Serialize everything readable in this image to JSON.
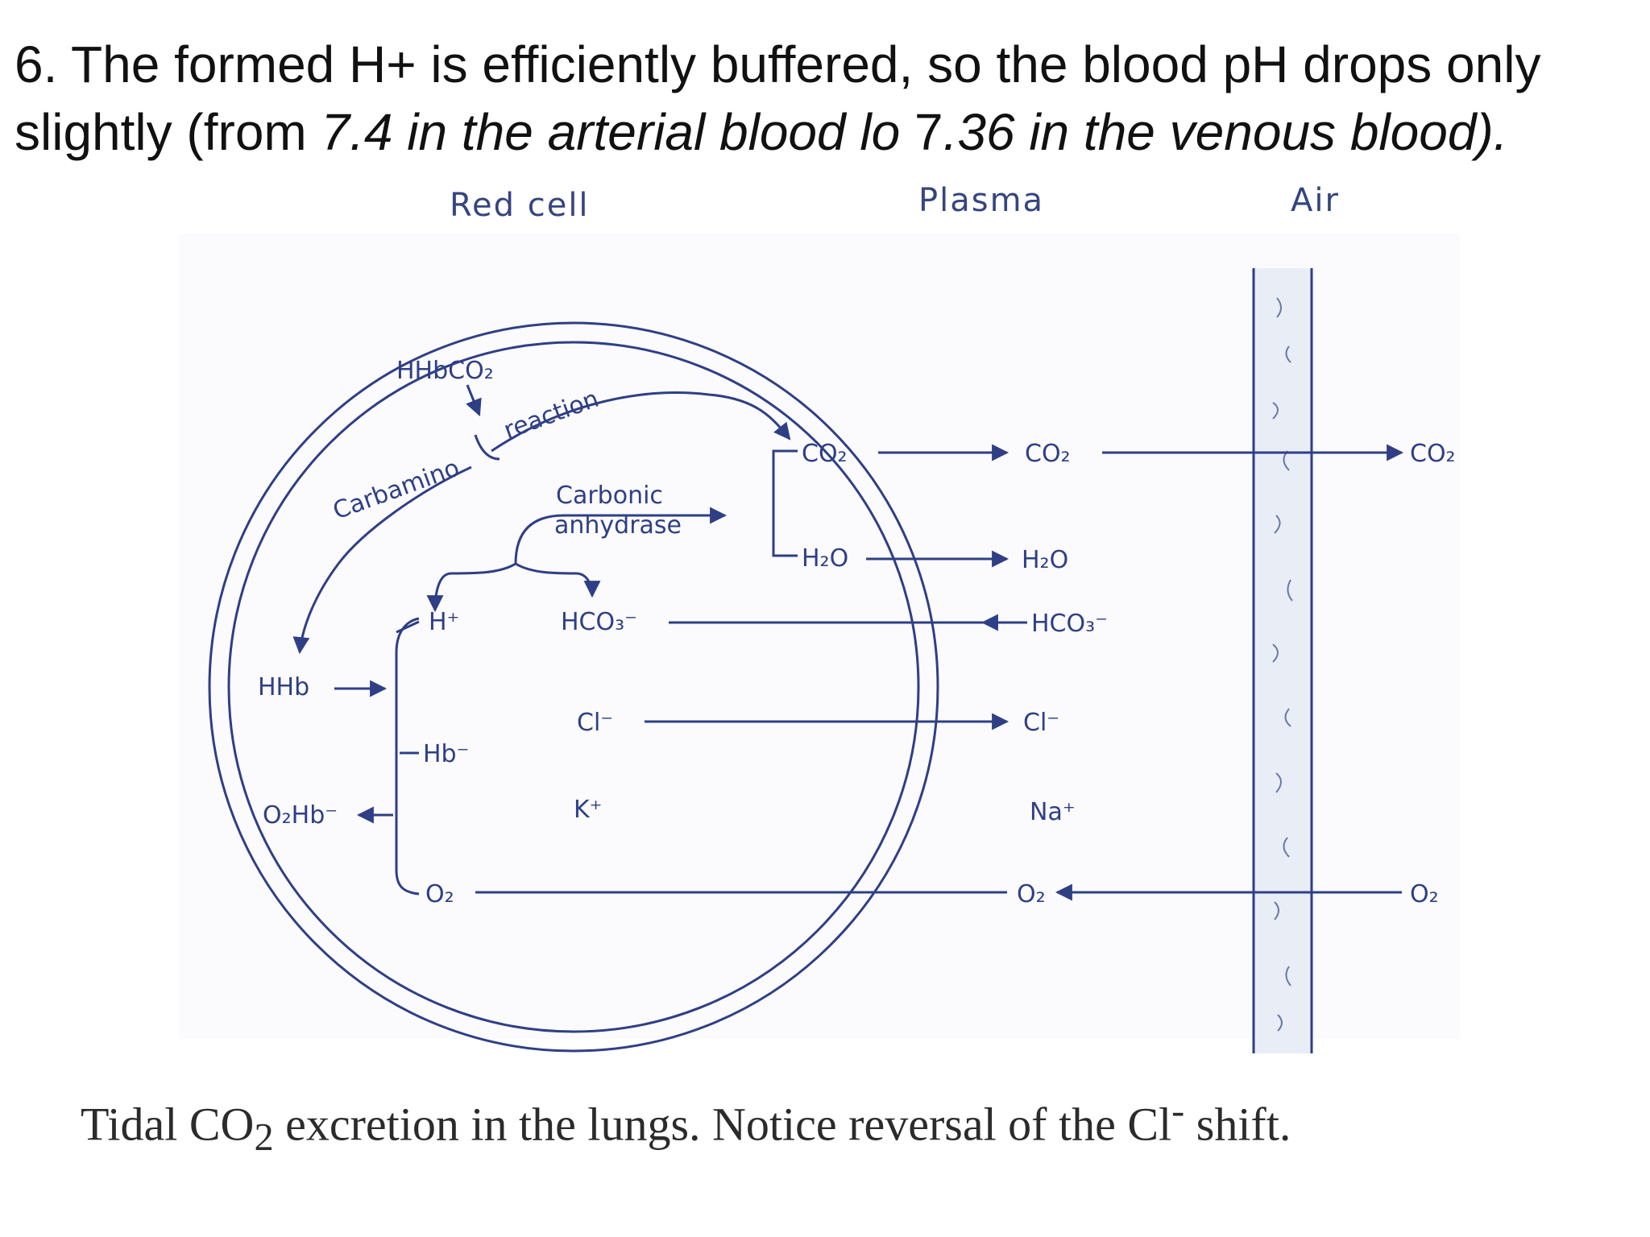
{
  "heading": {
    "part1": "6. The formed H+ is efficiently buffered, so the blood pH drops only slightly (from ",
    "italic1": "7.4 in the arterial blood lo ",
    "part2": "7",
    "italic2": ".36 in the venous blood)."
  },
  "diagram": {
    "regions": {
      "red_cell": "Red cell",
      "plasma": "Plasma",
      "air": "Air"
    },
    "cell": {
      "hhbco2": "HHbCO₂",
      "carbamino": "Carbamino",
      "reaction": "reaction",
      "carbonic": "Carbonic",
      "anhydrase": "anhydrase",
      "co2": "CO₂",
      "h2o": "H₂O",
      "h_plus": "H⁺",
      "hco3": "HCO₃⁻",
      "hhb": "HHb",
      "cl": "Cl⁻",
      "hb_minus": "Hb⁻",
      "o2hb": "O₂Hb⁻",
      "k": "K⁺",
      "o2": "O₂"
    },
    "plasma": {
      "co2": "CO₂",
      "h2o": "H₂O",
      "hco3": "HCO₃⁻",
      "cl": "Cl⁻",
      "na": "Na⁺",
      "o2": "O₂"
    },
    "air": {
      "co2": "CO₂",
      "o2": "O₂"
    },
    "colors": {
      "ink": "#2f3f86",
      "membrane_fill": "#e9edf6"
    }
  },
  "caption": {
    "before": "Tidal CO",
    "subscript": "2",
    "after": " excretion in the lungs. Notice reversal of the Cl",
    "superscript": "-",
    "end": " shift."
  }
}
